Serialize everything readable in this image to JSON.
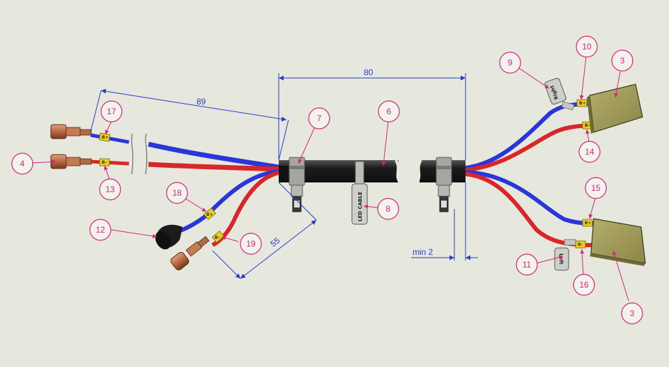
{
  "diagram": {
    "balloons": [
      {
        "id": "b17",
        "text": "17"
      },
      {
        "id": "b4",
        "text": "4"
      },
      {
        "id": "b13",
        "text": "13"
      },
      {
        "id": "b18",
        "text": "18"
      },
      {
        "id": "b12",
        "text": "12"
      },
      {
        "id": "b19",
        "text": "19"
      },
      {
        "id": "b7",
        "text": "7"
      },
      {
        "id": "b6",
        "text": "6"
      },
      {
        "id": "b8",
        "text": "8"
      },
      {
        "id": "b9",
        "text": "9"
      },
      {
        "id": "b10",
        "text": "10"
      },
      {
        "id": "b3a",
        "text": "3"
      },
      {
        "id": "b14",
        "text": "14"
      },
      {
        "id": "b15",
        "text": "15"
      },
      {
        "id": "b11",
        "text": "11"
      },
      {
        "id": "b16",
        "text": "16"
      },
      {
        "id": "b3b",
        "text": "3"
      }
    ],
    "dimensions": {
      "d89": "89",
      "d80": "80",
      "d55": "55",
      "dmin2": "min 2"
    },
    "tags": {
      "cable_label": "LED CABLE",
      "right_tag": "Right",
      "left_tag": "Left"
    },
    "sleeves": {
      "s_top_left": "B+",
      "s_bot_left": "B-",
      "s_mid1": "B+",
      "s_mid2": "B-",
      "s_r1": "B+",
      "s_r2": "B-",
      "s_r3": "B+",
      "s_r4": "B-"
    },
    "colors": {
      "background": "#e6e7dd",
      "wire_blue": "#2b36d9",
      "wire_red": "#d8262a",
      "cable_black": "#222222",
      "balloon": "#d6247a",
      "dimension": "#2a3bd0",
      "connector": "#9a9655"
    }
  }
}
